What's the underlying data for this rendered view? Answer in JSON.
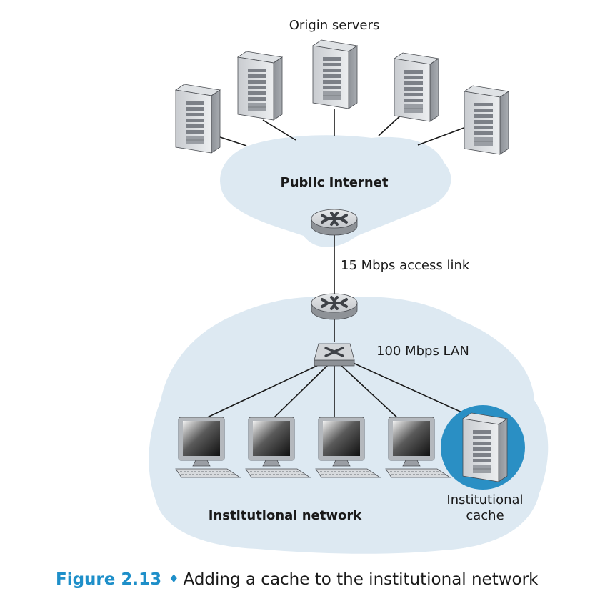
{
  "labels": {
    "origin_servers": "Origin servers",
    "public_internet": "Public Internet",
    "access_link": "15 Mbps access link",
    "lan": "100 Mbps LAN",
    "institutional_network": "Institutional network",
    "cache_line1": "Institutional",
    "cache_line2": "cache"
  },
  "caption": {
    "number": "Figure 2.13",
    "separator": "♦",
    "text": "Adding a cache to the institutional network"
  },
  "colors": {
    "cloud": "#dde9f2",
    "cache_highlight": "#2a8fc4",
    "caption_accent": "#1e8fc9"
  }
}
